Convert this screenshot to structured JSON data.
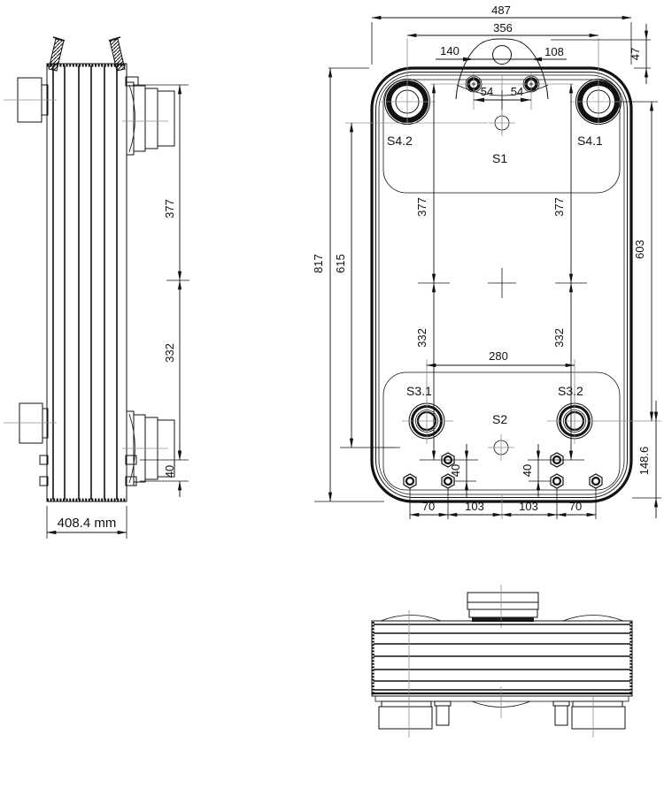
{
  "colors": {
    "line": "#111111",
    "centerline": "#909090",
    "background": "#ffffff"
  },
  "front_view": {
    "port_labels": {
      "s42": "S4.2",
      "s41": "S4.1",
      "s1": "S1",
      "s31": "S3.1",
      "s32": "S3.2",
      "s2": "S2"
    },
    "dims": {
      "overall_width": "487",
      "port_width": "356",
      "lug_left": "140",
      "lug_right": "108",
      "lug_bolt_left": "54",
      "lug_bolt_right": "54",
      "lug_height": "47",
      "overall_height": "817",
      "s1_to_s2": "615",
      "right_port_to_port": "603",
      "left_upper": "377",
      "right_upper": "377",
      "left_lower": "332",
      "right_lower": "332",
      "bottom_port_spacing": "280",
      "stud_offset_left": "40",
      "stud_offset_right": "40",
      "bottom_margin": "148.6",
      "foot_1": "70",
      "foot_2": "103",
      "foot_3": "103",
      "foot_4": "70"
    }
  },
  "side_view": {
    "dims": {
      "upper": "377",
      "lower": "332",
      "stud_offset": "40",
      "stack_depth": "408.4 mm"
    }
  }
}
